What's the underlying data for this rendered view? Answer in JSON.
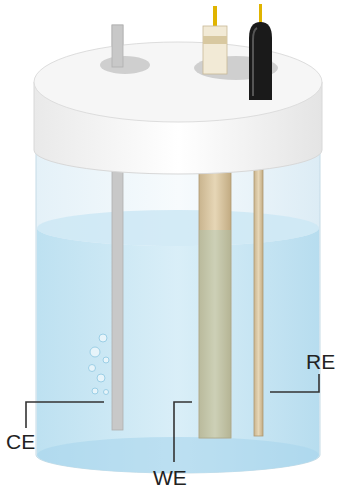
{
  "diagram": {
    "labels": [
      "CE",
      "WE",
      "RE"
    ]
  }
}
